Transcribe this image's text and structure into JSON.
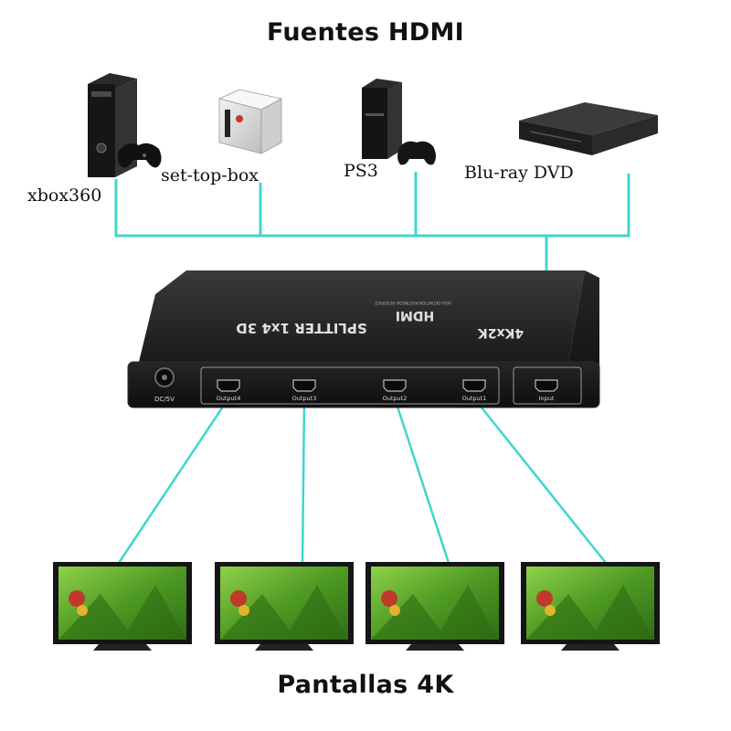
{
  "titles": {
    "sources": "Fuentes HDMI",
    "displays": "Pantallas 4K"
  },
  "sources": [
    {
      "label": "xbox360",
      "icon": "xbox360-console-icon"
    },
    {
      "label": "set-top-box",
      "icon": "set-top-box-icon"
    },
    {
      "label": "PS3",
      "icon": "ps3-console-icon"
    },
    {
      "label": "Blu-ray DVD",
      "icon": "bluray-player-icon"
    }
  ],
  "splitter": {
    "brand": "HDMI",
    "model_line1": "4Kx2K",
    "model_line2": "SPLITTER 1x4 3D",
    "small_print": "HIGH-DEFINITION MULTIMEDIA INTERFACE",
    "power_label": "DC/5V",
    "ports": [
      "Output4",
      "Output3",
      "Output2",
      "Output1"
    ],
    "input_port": "Input"
  },
  "displays": [
    {
      "icon": "tv-display-icon"
    },
    {
      "icon": "tv-display-icon"
    },
    {
      "icon": "tv-display-icon"
    },
    {
      "icon": "tv-display-icon"
    }
  ],
  "colors": {
    "cable": "#3fd6cf",
    "device_dark": "#1c1c1c",
    "screen_green": "#5fa52a"
  }
}
